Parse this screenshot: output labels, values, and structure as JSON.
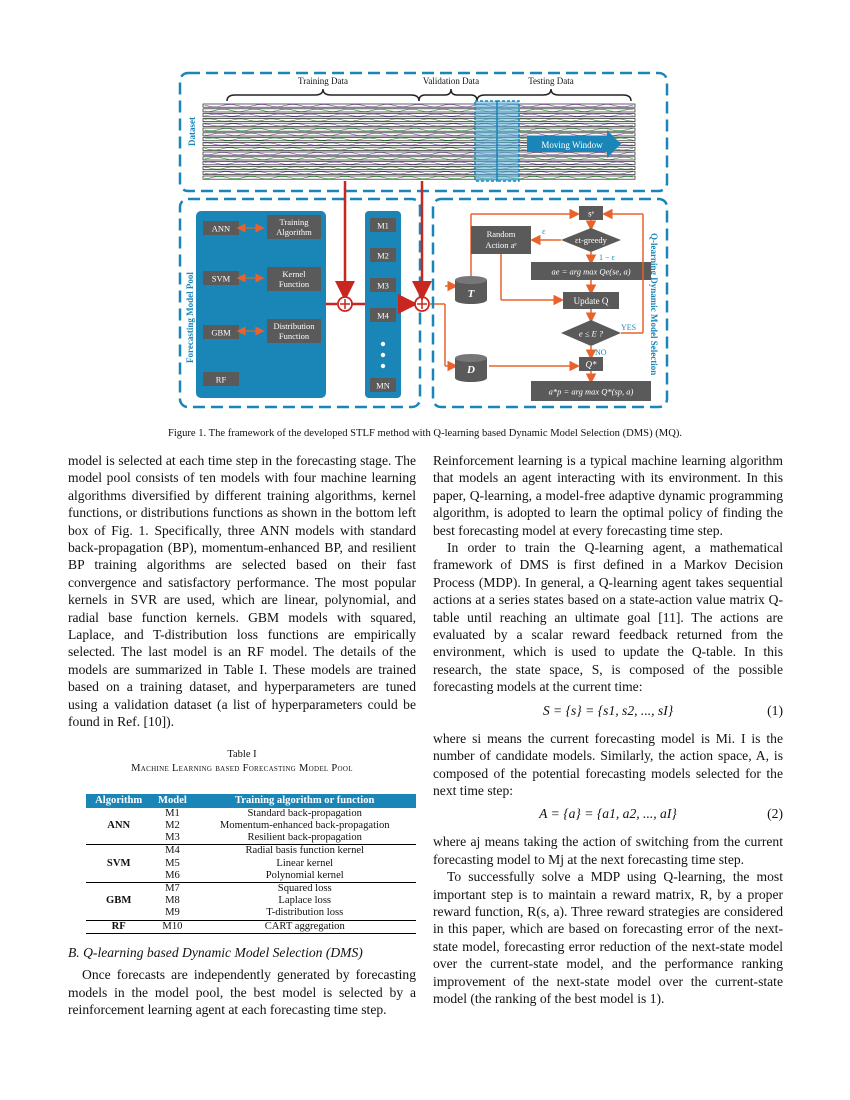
{
  "figure": {
    "labels": {
      "training_data": "Training Data",
      "validation_data": "Validation Data",
      "testing_data": "Testing Data",
      "dataset": "Dataset",
      "moving_window": "Moving Window",
      "forecasting_model_pool": "Forecasting Model Pool",
      "qlearning_dms": "Q-learning Dynamic Model Selection",
      "t_label": "T",
      "d_label": "D",
      "ann": "ANN",
      "svm": "SVM",
      "gbm": "GBM",
      "rf": "RF",
      "training_algorithm_1": "Training",
      "training_algorithm_2": "Algorithm",
      "kernel_function_1": "Kernel",
      "kernel_function_2": "Function",
      "distribution_function_1": "Distribution",
      "distribution_function_2": "Function",
      "m1": "M1",
      "m2": "M2",
      "m3": "M3",
      "m4": "M4",
      "mn": "MN",
      "s_e": "sᵉ",
      "random_action_1": "Random",
      "random_action_2": "Action aᵉ",
      "epsilon": "ε",
      "eps_greedy": "εt-greedy",
      "one_minus_eps": "1 − ε",
      "ae_argmax": "ae = arg max Qe(se, a)",
      "update_q": "Update Q",
      "e_le_E": "e ≤ E ?",
      "yes": "YES",
      "no": "NO",
      "q_star": "Q*",
      "ap_argmax": "a*p = arg max Q*(sp, a)"
    },
    "caption": "Figure 1.  The framework of the developed STLF method with Q-learning based Dynamic Model Selection (DMS) (MQ)."
  },
  "left_column": {
    "p1": "model is selected at each time step in the forecasting stage. The model pool consists of ten models with four machine learning algorithms diversified by different training algorithms, kernel functions, or distributions functions as shown in the bottom left box of Fig. 1. Specifically, three ANN models with standard back-propagation (BP), momentum-enhanced BP, and resilient BP training algorithms are selected based on their fast convergence and satisfactory performance. The most popular kernels in SVR are used, which are linear, polynomial, and radial base function kernels. GBM models with squared, Laplace, and T-distribution loss functions are empirically selected. The last model is an RF model. The details of the models are summarized in Table I. These models are trained based on a training dataset, and hyperparameters are tuned using a validation dataset (a list of hyperparameters could be found in Ref. [10]).",
    "table_label": "Table I",
    "table_title": "Machine Learning based Forecasting Model Pool",
    "table_headers": [
      "Algorithm",
      "Model",
      "Training algorithm or function"
    ],
    "table_rows": [
      {
        "alg": "",
        "model": "M1",
        "fn": "Standard back-propagation"
      },
      {
        "alg": "ANN",
        "model": "M2",
        "fn": "Momentum-enhanced back-propagation"
      },
      {
        "alg": "",
        "model": "M3",
        "fn": "Resilient back-propagation"
      },
      {
        "alg": "",
        "model": "M4",
        "fn": "Radial basis function kernel"
      },
      {
        "alg": "SVM",
        "model": "M5",
        "fn": "Linear kernel"
      },
      {
        "alg": "",
        "model": "M6",
        "fn": "Polynomial kernel"
      },
      {
        "alg": "",
        "model": "M7",
        "fn": "Squared loss"
      },
      {
        "alg": "GBM",
        "model": "M8",
        "fn": "Laplace loss"
      },
      {
        "alg": "",
        "model": "M9",
        "fn": "T-distribution loss"
      },
      {
        "alg": "RF",
        "model": "M10",
        "fn": "CART aggregation"
      }
    ],
    "subsection": "B.  Q-learning based Dynamic Model Selection (DMS)",
    "p2": "Once forecasts are independently generated by forecasting models in the model pool, the best model is selected by a reinforcement learning agent at each forecasting time step."
  },
  "right_column": {
    "p1": "Reinforcement learning is a typical machine learning algorithm that models an agent interacting with its environment. In this paper, Q-learning, a model-free adaptive dynamic programming algorithm, is adopted to learn the optimal policy of finding the best forecasting model at every forecasting time step.",
    "p2": "In order to train the Q-learning agent, a mathematical framework of DMS is first defined in a Markov Decision Process (MDP). In general, a Q-learning agent takes sequential actions at a series states based on a state-action value matrix Q-table until reaching an ultimate goal [11]. The actions are evaluated by a scalar reward feedback returned from the environment, which is used to update the Q-table. In this research, the state space, S, is composed of the possible forecasting models at the current time:",
    "eq1": "S = {s} = {s1, s2, ..., sI}",
    "eq1_num": "(1)",
    "p3": "where si means the current forecasting model is Mi. I is the number of candidate models. Similarly, the action space, A, is composed of the potential forecasting models selected for the next time step:",
    "eq2": "A = {a} = {a1, a2, ..., aI}",
    "eq2_num": "(2)",
    "p4": "where aj means taking the action of switching from the current forecasting model to Mj at the next forecasting time step.",
    "p5": "To successfully solve a MDP using Q-learning, the most important step is to maintain a reward matrix, R, by a proper reward function, R(s, a). Three reward strategies are considered in this paper, which are based on forecasting error of the next-state model, forecasting error reduction of the next-state model over the current-state model, and the performance ranking improvement of the next-state model over the current-state model (the ranking of the best model is 1)."
  }
}
